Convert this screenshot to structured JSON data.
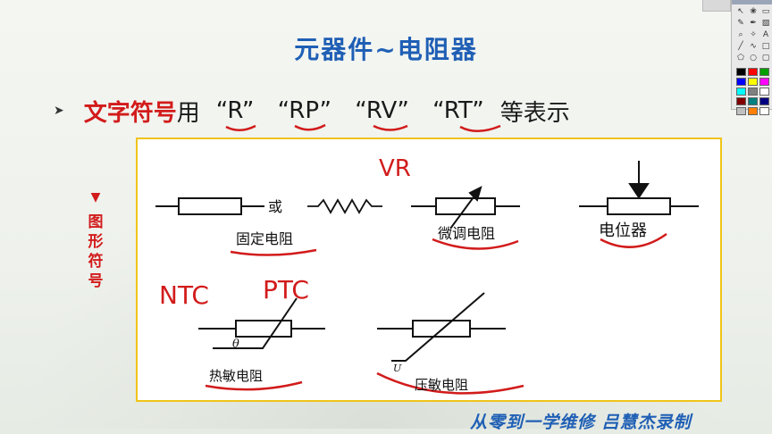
{
  "slide": {
    "title": "元器件~电阻器",
    "bullet_red": "文字符号",
    "bullet_mid": "用",
    "codes": [
      "“R”",
      "“RP”",
      "“RV”",
      "“RT”"
    ],
    "bullet_end": "等表示",
    "side_label": [
      "图",
      "形",
      "符",
      "号"
    ]
  },
  "figure": {
    "or_text": "或",
    "labels": {
      "fixed": "固定电阻",
      "trim": "微调电阻",
      "pot": "电位器",
      "thermal": "热敏电阻",
      "varistor": "压敏电阻",
      "theta": "θ",
      "u": "U"
    },
    "annotations": {
      "vr": "VR",
      "ntc": "NTC",
      "ptc": "PTC"
    }
  },
  "footer": "从零到一学维修 吕慧杰录制",
  "colors": {
    "title": "#1f5fb5",
    "accent_red": "#d21b1b",
    "box_border": "#f0c418"
  },
  "toolbox": {
    "tool_icons": [
      "select-icon",
      "lasso-icon",
      "eraser-icon",
      "pen-icon",
      "brush-icon",
      "fill-icon",
      "magnify-icon",
      "eyedrop-icon",
      "text-icon",
      "line-icon",
      "curve-icon",
      "rect-icon",
      "poly-icon",
      "ellipse-icon",
      "roundrect-icon"
    ],
    "swatches": [
      "#000000",
      "#ff0000",
      "#00a000",
      "#0000ff",
      "#ffff00",
      "#ff00ff",
      "#00ffff",
      "#808080",
      "#ffffff",
      "#800000",
      "#008080",
      "#000080",
      "#c0c0c0",
      "#ff8000",
      "#ffffff"
    ]
  }
}
